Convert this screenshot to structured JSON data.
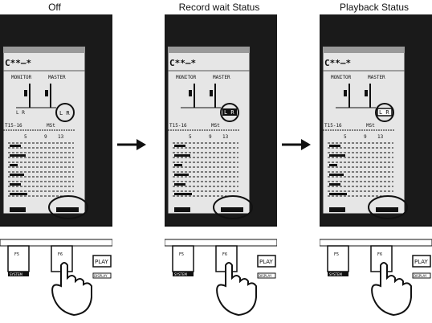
{
  "panels": [
    {
      "title": "Off",
      "screen": {
        "header": "C**—*",
        "monitor_label": "MONITOR",
        "master_label": "MASTER",
        "meter_lr": "L R",
        "track_label": "T15-16",
        "track_label_right": "MSt",
        "column_numbers": [
          "5",
          "9",
          "13"
        ]
      },
      "keys": {
        "f5": "F5",
        "f6": "F6",
        "play": "PLAY",
        "system": "SYSTEM",
        "display": "DISPLAY"
      },
      "lr_indicator_state": "off"
    },
    {
      "title": "Record wait Status",
      "screen": {
        "header": "C**—*",
        "monitor_label": "MONITOR",
        "master_label": "MASTER",
        "meter_lr": "L R",
        "track_label": "T15-16",
        "track_label_right": "MSt",
        "column_numbers": [
          "5",
          "9",
          "13"
        ]
      },
      "keys": {
        "f5": "F5",
        "f6": "F6",
        "play": "PLAY",
        "system": "SYSTEM",
        "display": "DISPLAY"
      },
      "lr_indicator_state": "record-wait"
    },
    {
      "title": "Playback Status",
      "screen": {
        "header": "C**—*",
        "monitor_label": "MONITOR",
        "master_label": "MASTER",
        "meter_lr": "L R",
        "track_label": "T15-16",
        "track_label_right": "MSt",
        "column_numbers": [
          "5",
          "9",
          "13"
        ]
      },
      "keys": {
        "f5": "F5",
        "f6": "F6",
        "play": "PLAY",
        "system": "SYSTEM",
        "display": "DISPLAY"
      },
      "lr_indicator_state": "playback"
    }
  ],
  "colors": {
    "ink": "#111111",
    "screen_dark": "#1a1a1a",
    "screen_light": "#e8e8e8"
  }
}
